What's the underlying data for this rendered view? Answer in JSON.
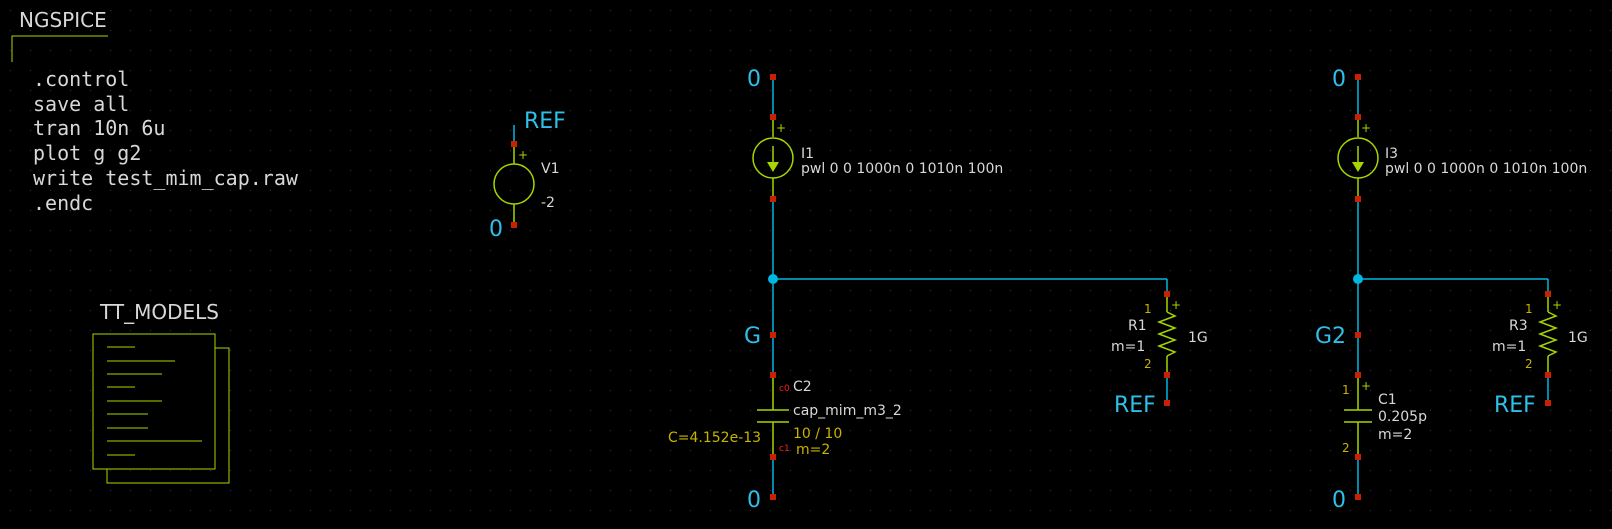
{
  "colors": {
    "background": "#000000",
    "wire": "#00b7e0",
    "symbol": "#a6d600",
    "net_label": "#2ec0e8",
    "attr_text": "#d8d8d8",
    "pin": "#c82000",
    "grid_dot": "#2a3a44",
    "param_yellow": "#c8b400",
    "pin_label_red": "#ff2020"
  },
  "code_block": {
    "title": "NGSPICE",
    "lines": [
      ".control",
      "save all",
      "tran 10n 6u",
      "plot g g2",
      "write test_mim_cap.raw",
      ".endc"
    ]
  },
  "models_block": {
    "title": "TT_MODELS",
    "icon": "stacked-document-icon"
  },
  "v1": {
    "name": "V1",
    "value": "-2",
    "top_net": "REF",
    "bottom_net": "0",
    "plus": "+"
  },
  "circuit1": {
    "top_net": "0",
    "source": {
      "name": "I1",
      "value": "pwl 0 0 1000n 0 1010n 100n",
      "plus": "+"
    },
    "node_label": "G",
    "cap": {
      "name": "C2",
      "model": "cap_mim_m3_2",
      "size": "10 / 10",
      "mult": "m=2",
      "computed": "C=4.152e-13",
      "pin_top": "c0",
      "pin_bottom": "c1"
    },
    "bottom_net": "0",
    "res": {
      "name": "R1",
      "mult": "m=1",
      "value": "1G",
      "pin1": "1",
      "pin2": "2",
      "plus": "+",
      "bottom_net": "REF"
    }
  },
  "circuit2": {
    "top_net": "0",
    "source": {
      "name": "I3",
      "value": "pwl 0 0 1000n 0 1010n 100n",
      "plus": "+"
    },
    "node_label": "G2",
    "cap": {
      "name": "C1",
      "value": "0.205p",
      "mult": "m=2",
      "pin1": "1",
      "pin2": "2",
      "plus": "+"
    },
    "bottom_net": "0",
    "res": {
      "name": "R3",
      "mult": "m=1",
      "value": "1G",
      "pin1": "1",
      "pin2": "2",
      "plus": "+",
      "bottom_net": "REF"
    }
  }
}
